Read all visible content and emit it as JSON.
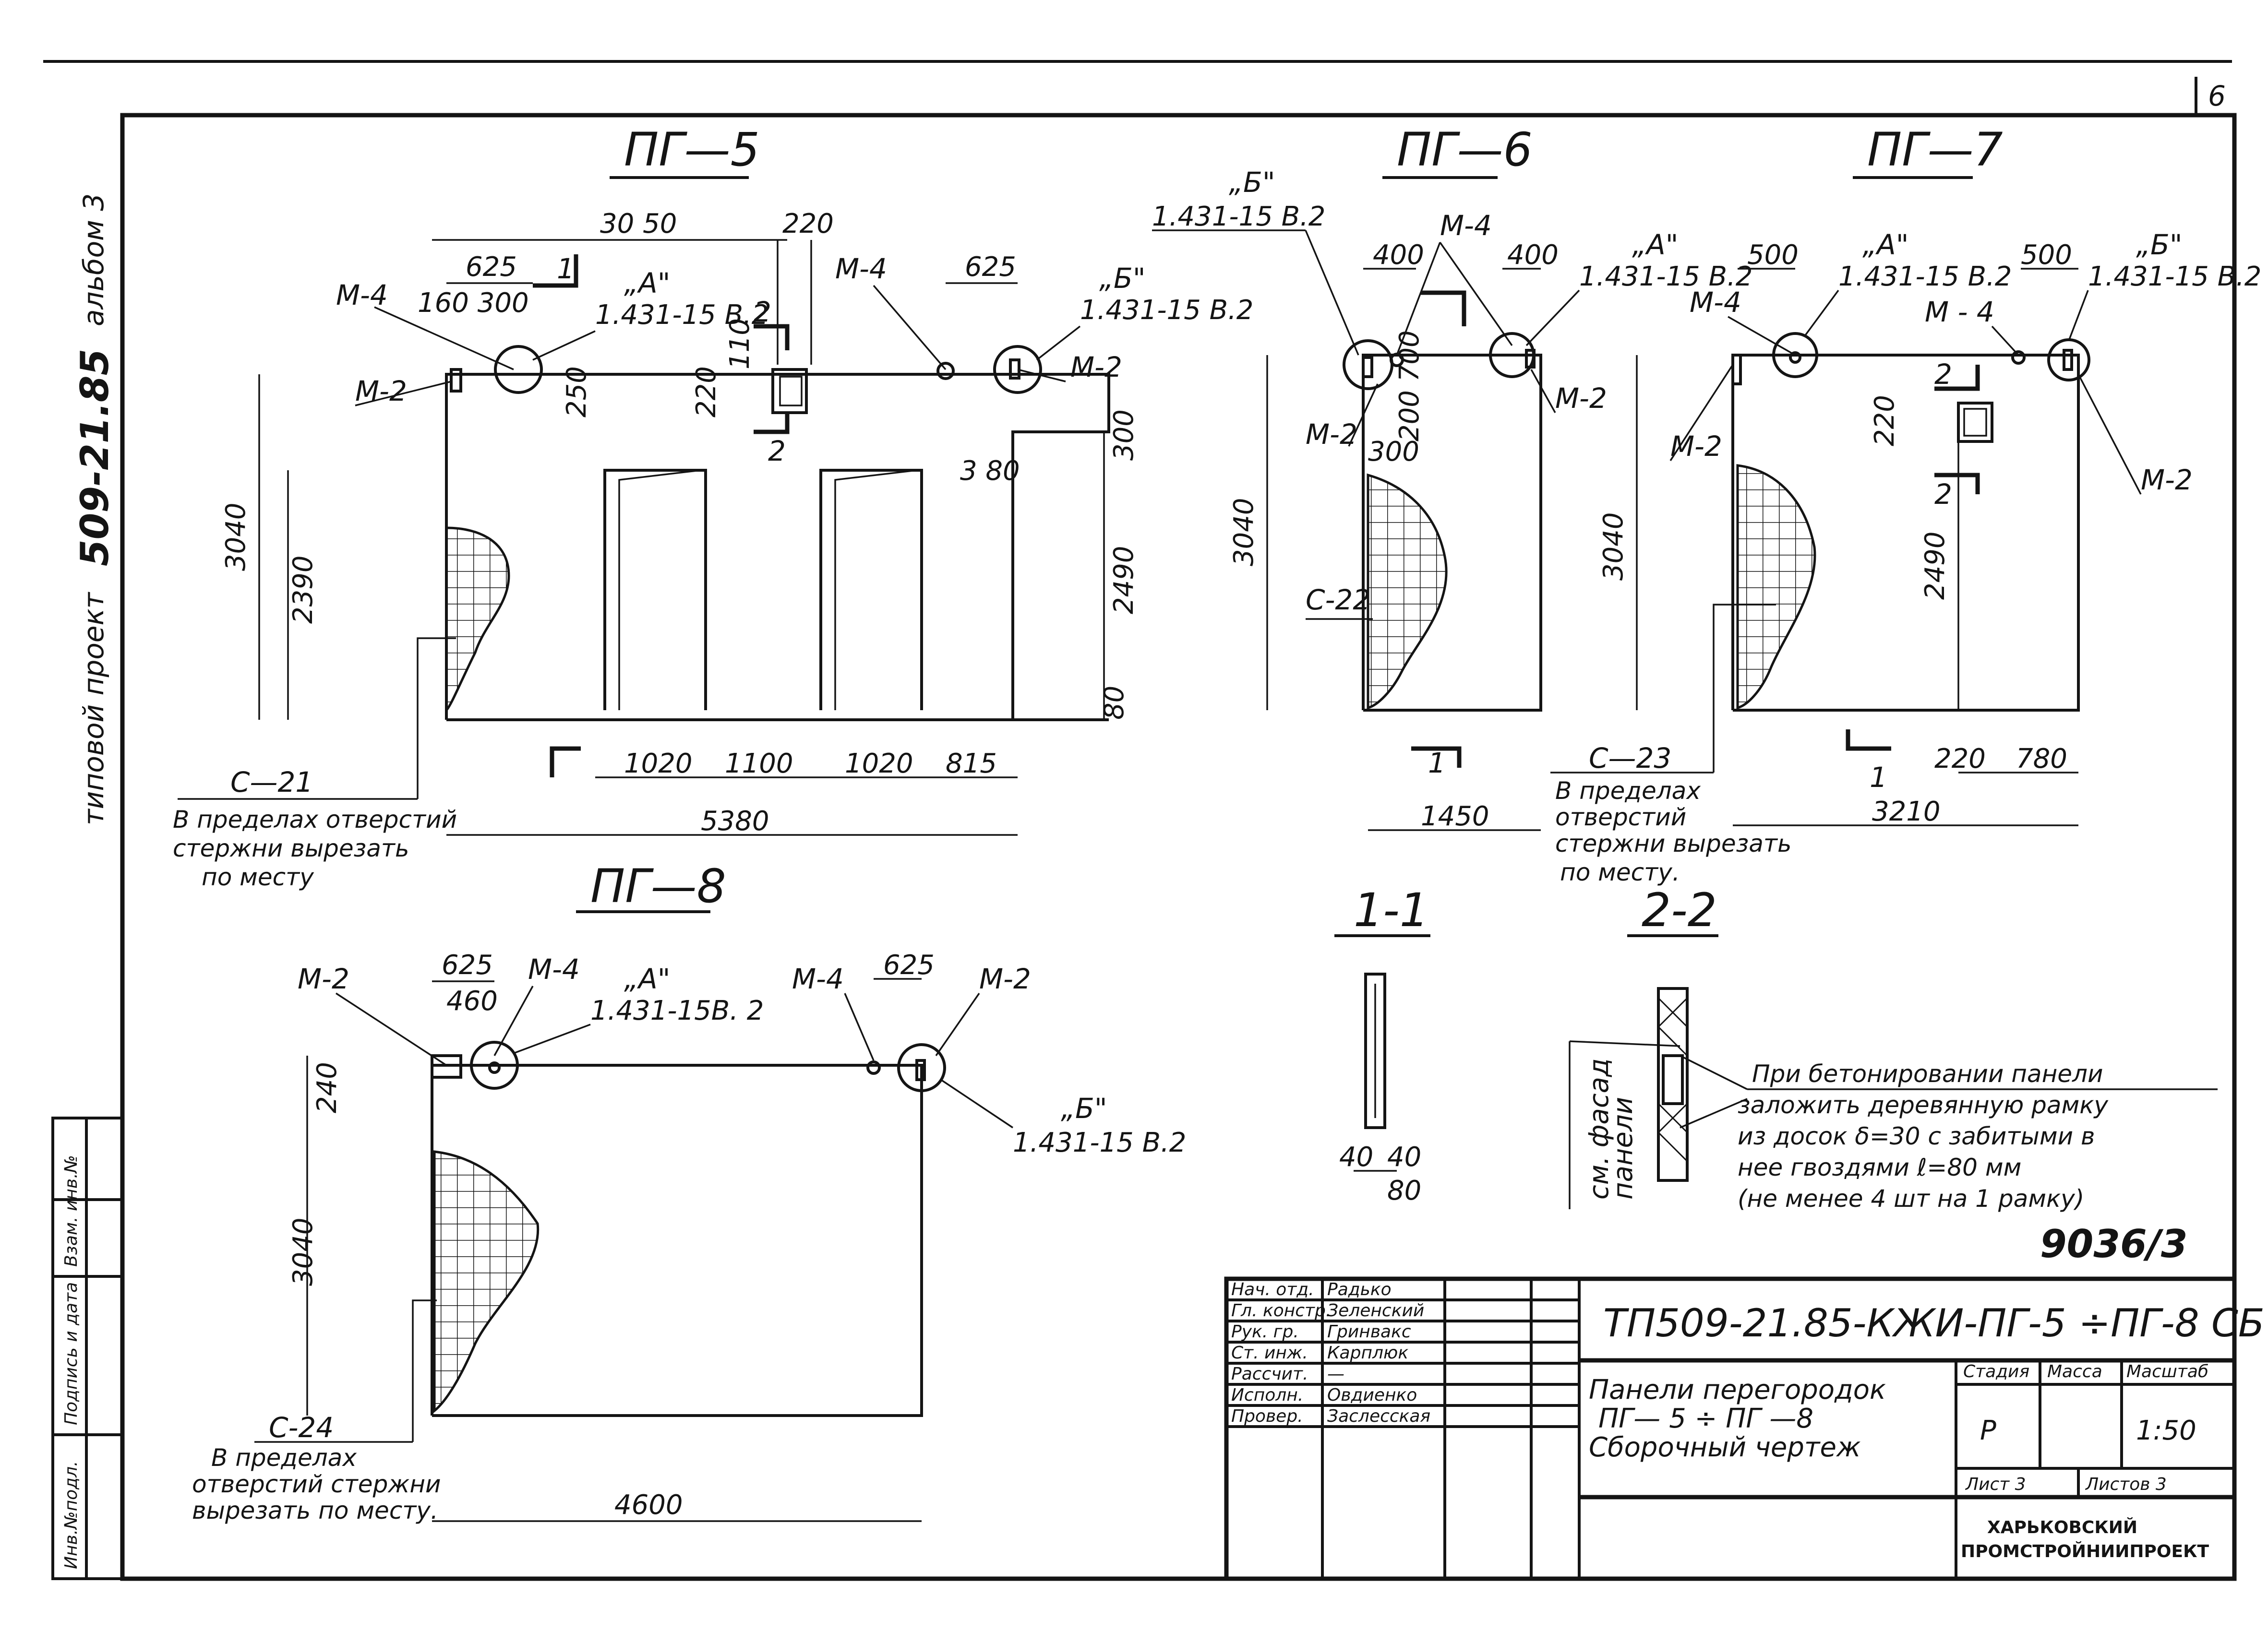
{
  "frame": {
    "sheet_corner": "6",
    "side_project": "509-21.85",
    "side_album": "альбом 3",
    "side_type": "типовой проект",
    "side_stamp_cells": [
      "Инв.№подл.",
      "Подпись и дата",
      "Взам. инв.№"
    ]
  },
  "pg5": {
    "title": "ПГ—5",
    "d_3050": "30 50",
    "d_220_top": "220",
    "d_625_left": "625",
    "d_160_300": "160 300",
    "d_625_right": "625",
    "d_3040": "3040",
    "d_2390": "2390",
    "d_250": "250",
    "d_220_side": "220",
    "d_110": "110",
    "d_300": "300",
    "d_380": "3 80",
    "d_2490": "2490",
    "d_80": "80",
    "d_1020_a": "1020",
    "d_1100": "1100",
    "d_1020_b": "1020",
    "d_815": "815",
    "d_5380": "5380",
    "m4_left": "М-4",
    "m2_left": "М-2",
    "m4_right": "М-4",
    "m2_right": "М-2",
    "callout_a": "„А\"",
    "callout_a_ref": "1.431-15 В.2",
    "callout_b": "„Б\"",
    "callout_b_ref": "1.431-15 В.2",
    "sec_1": "1",
    "sec_2_top": "2",
    "sec_2_bot": "2",
    "bar": "С—21",
    "note": [
      "В пределах отверстий",
      "стержни вырезать",
      "по месту"
    ]
  },
  "pg6": {
    "title": "ПГ—6",
    "callout_b": "„Б\"",
    "callout_b_ref": "1.431-15 В.2",
    "callout_a": "„А\"",
    "callout_a_ref": "1.431-15 В.2",
    "d_400_left": "400",
    "d_400_right": "400",
    "d_200_700": "200 700",
    "d_300": "300",
    "d_3040": "3040",
    "d_1450": "1450",
    "m4": "М-4",
    "m2_left": "М-2",
    "m2_right": "М-2",
    "bar": "С-22",
    "sec_1": "1"
  },
  "pg7": {
    "title": "ПГ—7",
    "d_500_left": "500",
    "d_500_right": "500",
    "callout_a": "„А\"",
    "callout_a_ref": "1.431-15 В.2",
    "callout_b": "„Б\"",
    "callout_b_ref": "1.431-15 В.2",
    "m4_left": "М-4",
    "m4_mid": "М - 4",
    "m2_left": "М-2",
    "m2_right": "М-2",
    "sec_2_top": "2",
    "sec_2_bot": "2",
    "d_220": "220",
    "d_3040": "3040",
    "d_2490": "2490",
    "d_220_bot": "220",
    "d_780": "780",
    "d_3210": "3210",
    "sec_1": "1",
    "bar": "С—23",
    "note": [
      "В пределах",
      "отверстий",
      "стержни вырезать",
      "по месту."
    ]
  },
  "pg8": {
    "title": "ПГ—8",
    "m2_left": "М-2",
    "d_625_left": "625",
    "d_460": "460",
    "m4_left": "М-4",
    "callout_a": "„А\"",
    "callout_a_ref": "1.431-15В. 2",
    "m4_right": "М-4",
    "d_625_right": "625",
    "m2_right": "М-2",
    "callout_b": "„Б\"",
    "callout_b_ref": "1.431-15 В.2",
    "d_240": "240",
    "d_3040": "3040",
    "d_4600": "4600",
    "bar": "С-24",
    "note": [
      "В пределах",
      "отверстий стержни",
      "вырезать по месту."
    ]
  },
  "sec11": {
    "title": "1-1",
    "d_40_a": "40",
    "d_40_b": "40",
    "d_80": "80"
  },
  "sec22": {
    "title": "2-2",
    "side_label": [
      "см. фасад",
      "панели"
    ],
    "note": [
      "При бетонировании панели",
      "заложить деревянную рамку",
      "из досок δ=30 с забитыми в",
      "нее гвоздями ℓ=80 мм",
      "(не менее  4 шт на 1 рамку)"
    ]
  },
  "archive_no": "9036/3",
  "title_block": {
    "roles": [
      "Нач. отд.",
      "Гл. констр.",
      "Рук. гр.",
      "Ст. инж.",
      "Рассчит.",
      "Исполн.",
      "Провер."
    ],
    "names": [
      "Радько",
      "Зеленский",
      "Гринвакс",
      "Карплюк",
      "—",
      "Овдиенко",
      "Заслесская"
    ],
    "code": "ТП509-21.85-КЖИ-ПГ-5 ÷ПГ-8 СБ",
    "name": [
      "Панели перегородок",
      "ПГ— 5 ÷ ПГ —8",
      "Сборочный чертеж"
    ],
    "col_stage": "Стадия",
    "col_mass": "Масса",
    "col_scale": "Масштаб",
    "stage": "Р",
    "mass": "",
    "scale": "1:50",
    "sheet": "Лист 3",
    "sheets": "Листов 3",
    "org": [
      "ХАРЬКОВСКИЙ",
      "ПРОМСТРОЙНИИПРОЕКТ"
    ]
  }
}
